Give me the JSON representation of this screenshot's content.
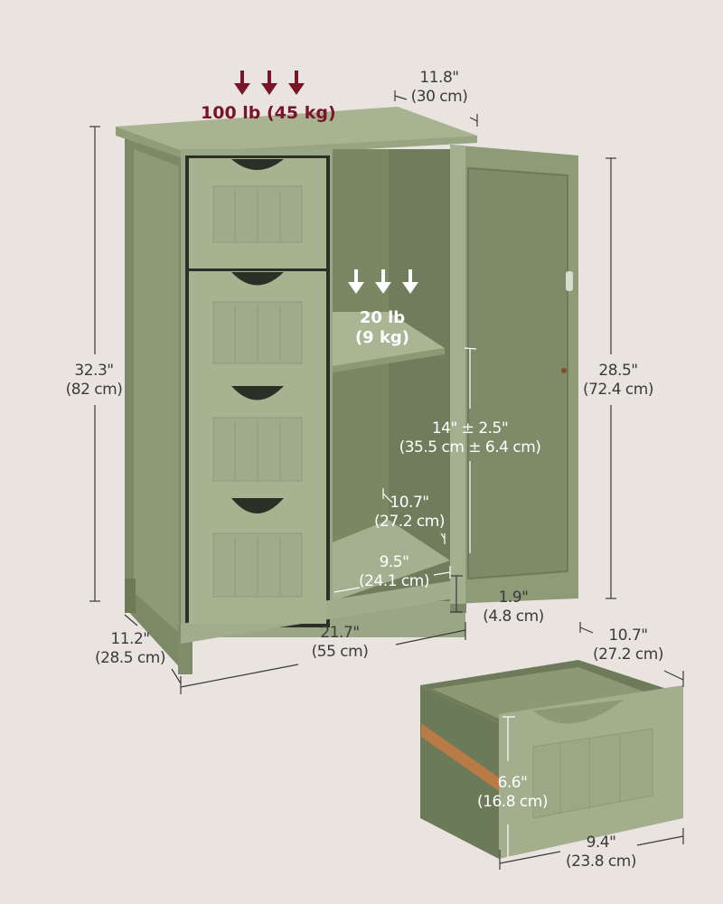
{
  "product": {
    "name": "Floor storage cabinet with 4 drawers and 1 door",
    "colors": {
      "background": "#e9e4df",
      "cabinet_light": "#a9b593",
      "cabinet_mid": "#8e9c78",
      "cabinet_dark": "#6b7a58",
      "cabinet_shadow": "#55623f",
      "drawer_rail": "#b97a45",
      "load_accent": "#7a1428",
      "label_text": "#3b3b3b"
    }
  },
  "loads": {
    "top": {
      "line": "100 lb (45 kg)",
      "arrows": 3
    },
    "shelf": {
      "line1": "20 lb",
      "line2": "(9 kg)",
      "arrows": 3
    }
  },
  "dimensions": {
    "top_depth": {
      "imperial": "11.8\"",
      "metric": "(30 cm)"
    },
    "total_height": {
      "imperial": "32.3\"",
      "metric": "(82 cm)"
    },
    "door_height": {
      "imperial": "28.5\"",
      "metric": "(72.4 cm)"
    },
    "shelf_adjust": {
      "imperial": "14\" ± 2.5\"",
      "metric": "(35.5 cm ± 6.4 cm)"
    },
    "inner_depth": {
      "imperial": "10.7\"",
      "metric": "(27.2 cm)"
    },
    "inner_width": {
      "imperial": "9.5\"",
      "metric": "(24.1 cm)"
    },
    "leg_height": {
      "imperial": "1.9\"",
      "metric": "(4.8 cm)"
    },
    "base_depth": {
      "imperial": "11.2\"",
      "metric": "(28.5 cm)"
    },
    "total_width": {
      "imperial": "21.7\"",
      "metric": "(55 cm)"
    },
    "drawer_depth": {
      "imperial": "10.7\"",
      "metric": "(27.2 cm)"
    },
    "drawer_height": {
      "imperial": "6.6\"",
      "metric": "(16.8 cm)"
    },
    "drawer_width": {
      "imperial": "9.4\"",
      "metric": "(23.8 cm)"
    }
  },
  "drawers": [
    {
      "index": 1
    },
    {
      "index": 2
    },
    {
      "index": 3
    },
    {
      "index": 4
    }
  ]
}
